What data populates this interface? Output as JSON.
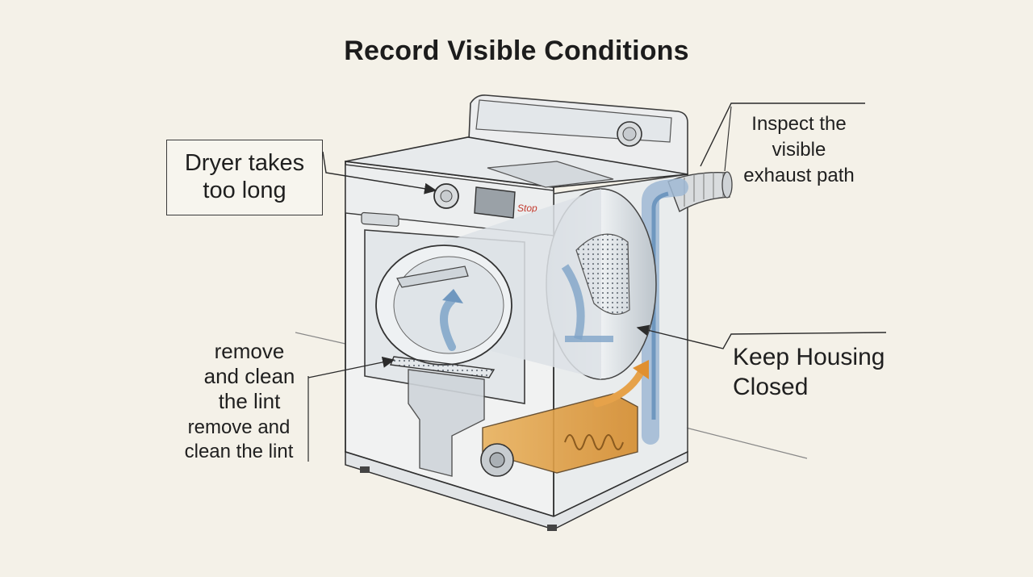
{
  "title": "Record Visible Conditions",
  "callouts": {
    "dryer_takes_too_long": [
      "Dryer takes",
      "too long"
    ],
    "inspect_exhaust": [
      "Inspect the",
      "visible",
      "exhaust path"
    ],
    "keep_housing_closed": [
      "Keep Housing",
      "Closed"
    ],
    "remove_lint_primary": [
      "remove",
      "and clean",
      "the lint"
    ],
    "remove_lint_secondary": [
      "remove and",
      "clean the lint"
    ]
  },
  "control_panel": {
    "stop_label": "Stop"
  },
  "colors": {
    "background": "#f4f1e8",
    "airflow": "#7fa4c8",
    "heat": "#e2a04a",
    "stop_text": "#c23a2e"
  },
  "icons": [
    "dryer-knob-icon",
    "display-screen-icon",
    "airflow-arrow-icon",
    "heat-arrow-icon",
    "lint-filter-icon",
    "exhaust-duct-icon"
  ]
}
